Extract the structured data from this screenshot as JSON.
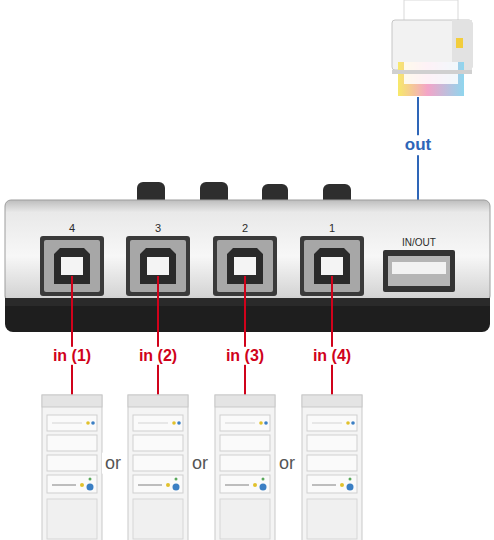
{
  "diagram": {
    "nodes": [
      {
        "text": [
          "4"
        ]
      },
      {
        "text": [
          "3"
        ]
      },
      {
        "text": [
          "2"
        ]
      },
      {
        "text": [
          "1"
        ]
      },
      {
        "text": [
          "IN/OUT"
        ]
      }
    ],
    "labels": [
      "out",
      "in (1)",
      "in (2)",
      "in (3)",
      "in (4)",
      "or",
      "or",
      "or"
    ]
  }
}
